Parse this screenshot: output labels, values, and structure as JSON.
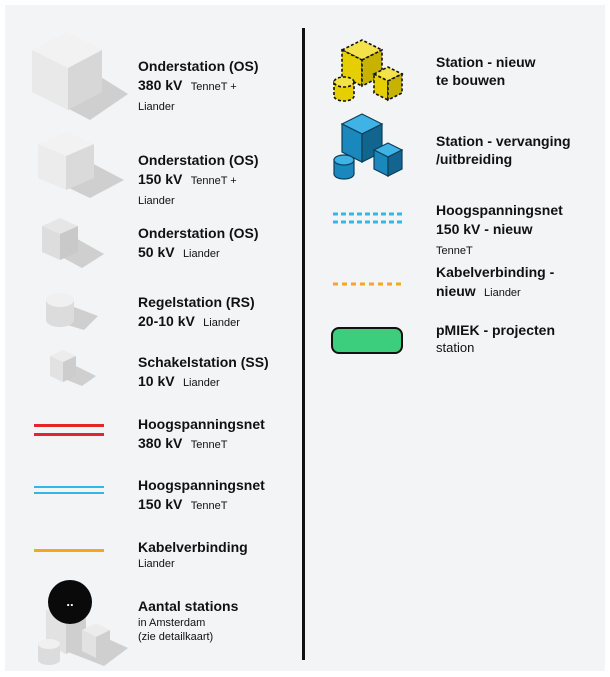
{
  "legend_left": [
    {
      "title": "Onderstation (OS)",
      "voltage": "380 kV",
      "operator": "TenneT + Liander",
      "icon": "large-white-cube-icon"
    },
    {
      "title": "Onderstation (OS)",
      "voltage": "150 kV",
      "operator": "TenneT + Liander",
      "icon": "medium-white-cube-icon"
    },
    {
      "title": "Onderstation (OS)",
      "voltage": "50 kV",
      "operator": "Liander",
      "icon": "small-grey-cube-icon"
    },
    {
      "title": "Regelstation (RS)",
      "voltage": "20-10 kV",
      "operator": "Liander",
      "icon": "cylinder-icon"
    },
    {
      "title": "Schakelstation (SS)",
      "voltage": "10 kV",
      "operator": "Liander",
      "icon": "tiny-cube-icon"
    },
    {
      "title": "Hoogspanningsnet",
      "voltage": "380 kV",
      "operator": "TenneT",
      "icon": "red-double-line-icon"
    },
    {
      "title": "Hoogspanningsnet",
      "voltage": "150 kV",
      "operator": "TenneT",
      "icon": "blue-double-line-icon"
    },
    {
      "title": "Kabelverbinding",
      "line2": "Liander",
      "icon": "orange-line-icon"
    },
    {
      "title": "Aantal stations",
      "line2": "in Amsterdam",
      "line3": "(zie detailkaart)",
      "badge": "..",
      "icon": "station-count-icon"
    }
  ],
  "legend_right": [
    {
      "title": "Station - nieuw",
      "line2": "te bouwen",
      "icon": "yellow-cubes-icon"
    },
    {
      "title": "Station - vervanging",
      "line2": "/uitbreiding",
      "icon": "blue-cubes-icon"
    },
    {
      "title": "Hoogspanningsnet",
      "voltage": "150 kV - nieuw",
      "operator": "TenneT",
      "icon": "blue-dotted-line-icon"
    },
    {
      "title": "Kabelverbinding -",
      "voltage": "nieuw",
      "operator": "Liander",
      "icon": "orange-dashed-line-icon"
    },
    {
      "title": "pMIEK - projecten",
      "line2": "station",
      "icon": "green-rounded-rect-icon"
    }
  ],
  "colors": {
    "red": "#e3262c",
    "blue": "#32b7ea",
    "orange": "#f5a623",
    "yellow": "#e6cf00",
    "teal": "#1a88bd",
    "green": "#3cce7c"
  }
}
